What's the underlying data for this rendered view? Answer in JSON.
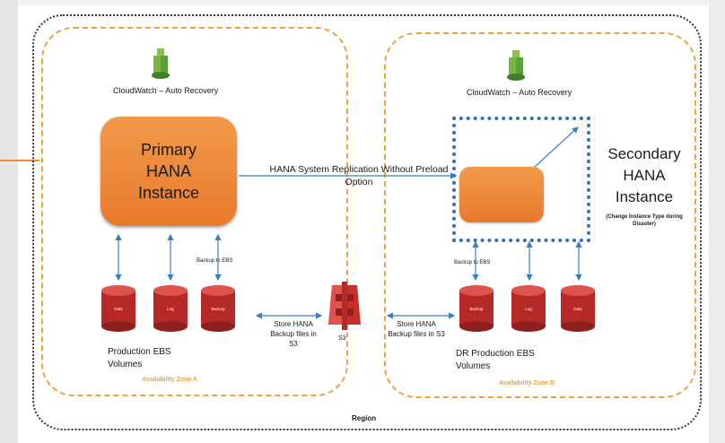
{
  "region": {
    "label": "Region"
  },
  "zone_a": {
    "label": "Availability Zone A",
    "cloudwatch": "CloudWatch – Auto Recovery",
    "primary_title": "Primary HANA Instance",
    "volumes": [
      "Data",
      "Log",
      "Backup"
    ],
    "backup_note": "Backup to EBS",
    "volumes_caption": "Production EBS Volumes",
    "store_note": "Store HANA Backup files in S3"
  },
  "zone_b": {
    "label": "Availability Zone B",
    "cloudwatch": "CloudWatch – Auto Recovery",
    "secondary_title": "Secondary HANA Instance",
    "secondary_note": "(Change Instance Type during Disaster)",
    "volumes": [
      "Backup",
      "Log",
      "Data"
    ],
    "backup_note": "Backup to EBS",
    "volumes_caption": "DR Production EBS Volumes",
    "store_note": "Store HANA Backup files in S3"
  },
  "replication": {
    "label": "HANA System Replication Without Preload Option"
  },
  "s3": {
    "label": "S3"
  },
  "colors": {
    "orange": "#e8792b",
    "zone_border": "#f0a13c",
    "blue": "#2f6fbf",
    "volume_red": "#c9302c",
    "cloudwatch_green": "#6aa84f"
  },
  "icons": {
    "cloudwatch": "cloudwatch-icon",
    "s3": "s3-bucket-icon",
    "volume": "ebs-volume-icon"
  }
}
